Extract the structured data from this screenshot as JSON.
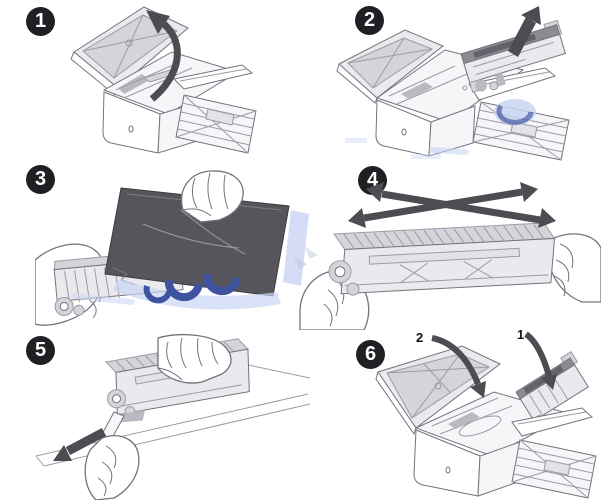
{
  "steps": [
    {
      "number": "1",
      "arrow_icon": "curved-arrow-open-lid"
    },
    {
      "number": "2",
      "arrow_icon": "arrow-up-remove-cartridge"
    },
    {
      "number": "3",
      "arrow_icon": ""
    },
    {
      "number": "4",
      "arrow_icon": "double-headed-rock-arrows"
    },
    {
      "number": "5",
      "arrow_icon": "arrow-pull-tape-left"
    },
    {
      "number": "6",
      "arrow_icons": [
        "arrow-insert-cartridge",
        "arrow-close-lid"
      ],
      "sub_labels": [
        "1",
        "2"
      ]
    }
  ],
  "colors": {
    "background": "#ffffff",
    "badge_bg": "#202024",
    "badge_text": "#ffffff",
    "line": "#73737d",
    "line_soft": "#9b9ba4",
    "fill_light": "#e9e9ee",
    "fill_mid": "#d4d4da",
    "fill_dark": "#8b8b93",
    "fill_darker": "#63636b",
    "package": "#55555b",
    "arrow": "#4c4c52",
    "label_text": "#141414",
    "watermark_light": "#c9d5f3",
    "watermark_mid": "#9db1e8",
    "watermark_dark": "#3e53a0"
  }
}
